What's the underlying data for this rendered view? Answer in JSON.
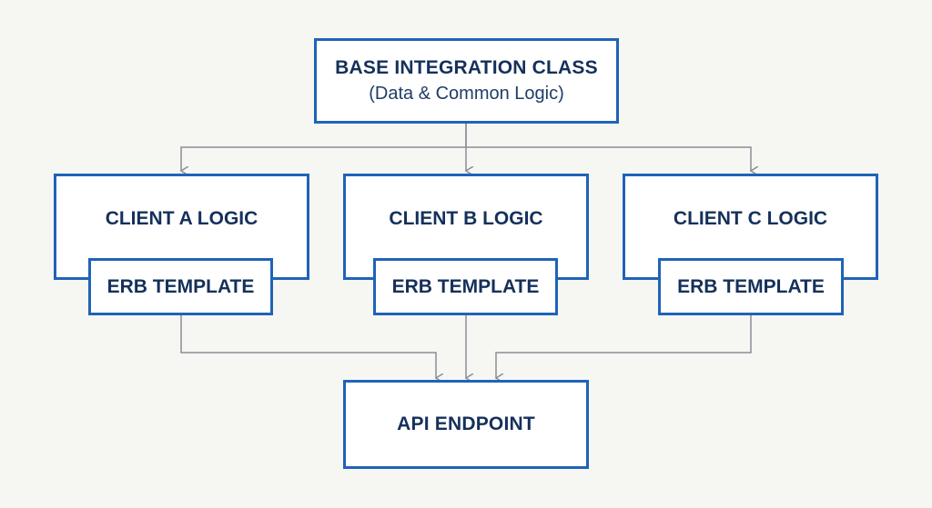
{
  "base": {
    "title": "BASE INTEGRATION CLASS",
    "subtitle": "(Data & Common Logic)"
  },
  "clients": [
    {
      "label": "CLIENT A LOGIC",
      "template": "ERB TEMPLATE"
    },
    {
      "label": "CLIENT B LOGIC",
      "template": "ERB TEMPLATE"
    },
    {
      "label": "CLIENT C LOGIC",
      "template": "ERB TEMPLATE"
    }
  ],
  "endpoint": {
    "label": "API ENDPOINT"
  },
  "colors": {
    "background": "#f6f6f3",
    "border": "#1f63b8",
    "text": "#15305b",
    "connector": "#8a8f95"
  }
}
